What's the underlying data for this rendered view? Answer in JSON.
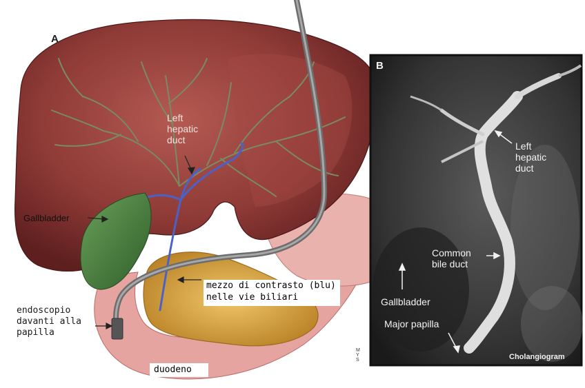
{
  "panel_a": {
    "letter": "A",
    "labels": {
      "left_hepatic_duct": "Left\nhepatic\nduct",
      "gallbladder": "Gallbladder",
      "endoscope": "endoscopio\ndavanti alla\npapilla",
      "contrast": "mezzo di contrasto (blu)\nnelle vie biliari",
      "duodenum": "duodeno"
    }
  },
  "panel_b": {
    "letter": "B",
    "labels": {
      "left_hepatic_duct": "Left\nhepatic\nduct",
      "common_bile_duct": "Common\nbile duct",
      "gallbladder": "Gallbladder",
      "major_papilla": "Major papilla",
      "caption": "Cholangiogram"
    }
  },
  "signature": "MYS",
  "colors": {
    "liver": "#8e3a36",
    "liver_dark": "#5e1f1f",
    "gallbladder": "#3f7a36",
    "pancreas": "#d8a23a",
    "duodenum": "#e6a4a0",
    "contrast_blue": "#4a62c8",
    "xray_bg": "#2b2b2b"
  }
}
